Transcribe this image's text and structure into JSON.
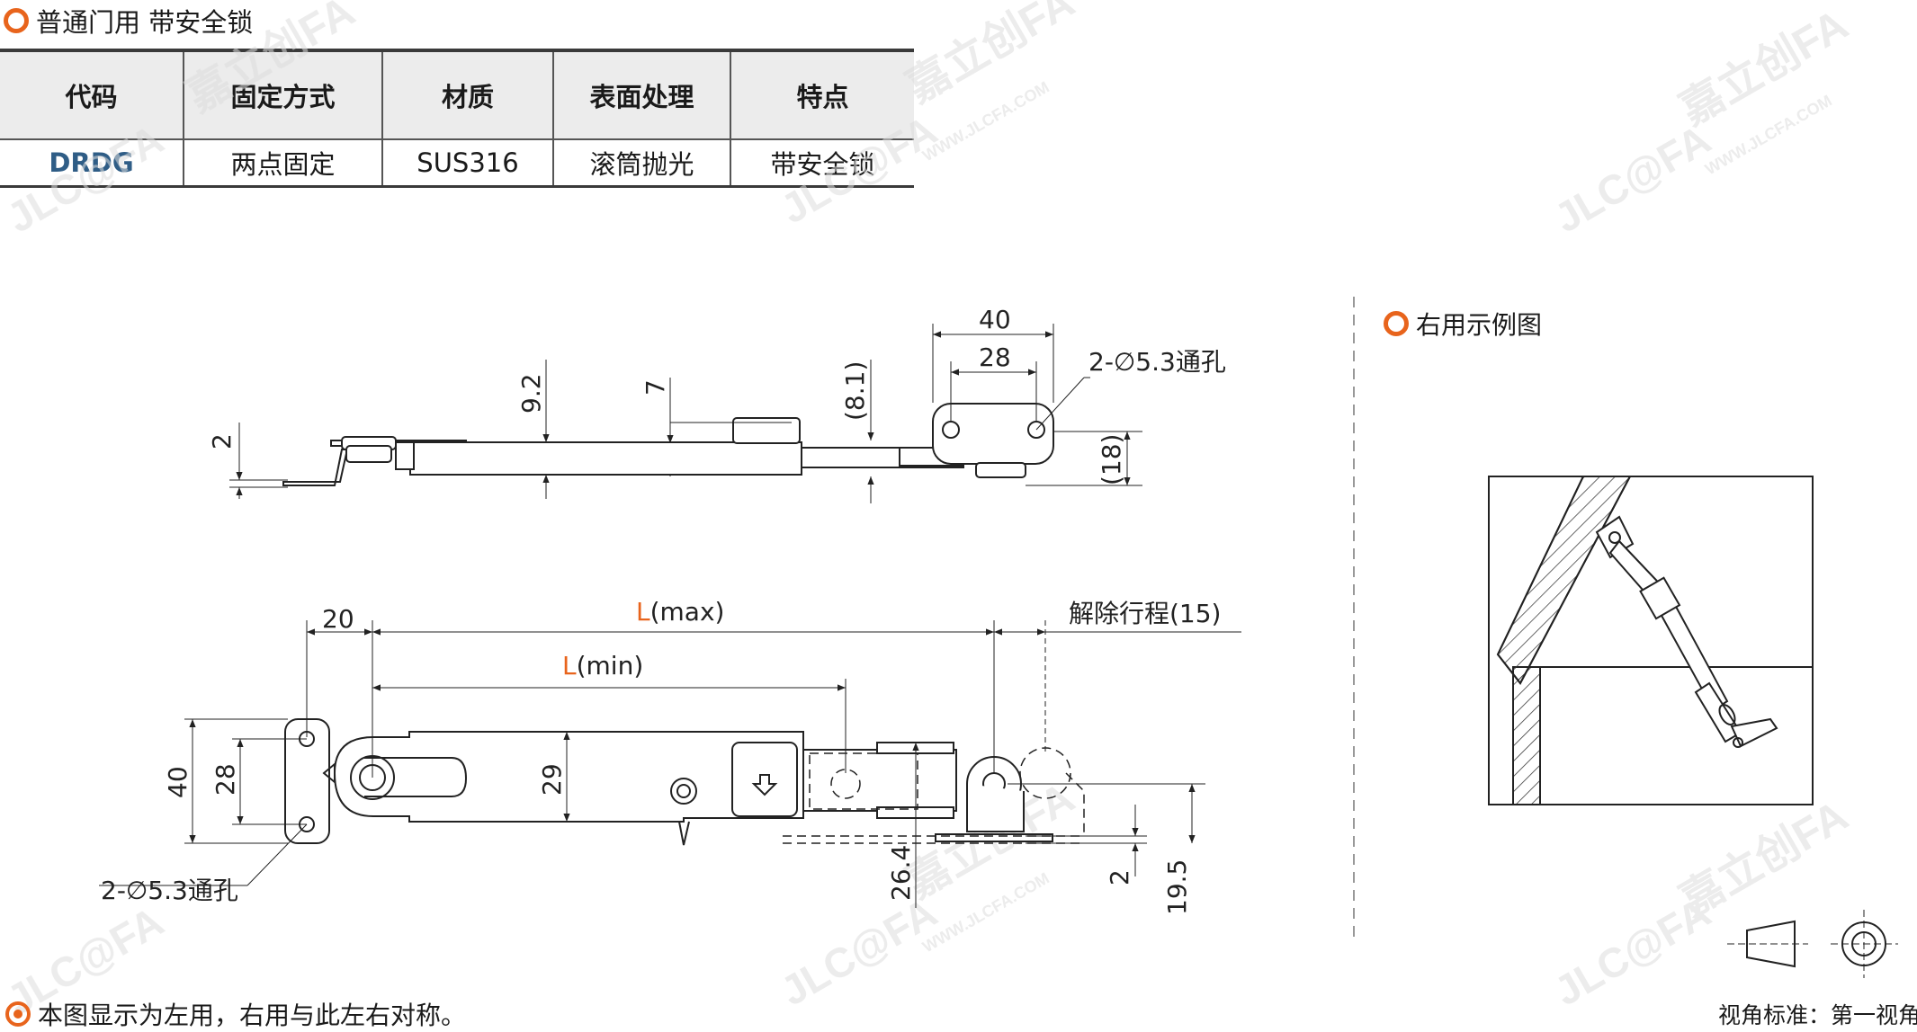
{
  "heading": "普通门用 带安全锁",
  "table": {
    "headers": [
      "代码",
      "固定方式",
      "材质",
      "表面处理",
      "特点"
    ],
    "row": [
      "DRDG",
      "两点固定",
      "SUS316",
      "滚筒抛光",
      "带安全锁"
    ]
  },
  "right_heading": "右用示例图",
  "footnote": "本图显示为左用，右用与此左右对称。",
  "view_standard": "视角标准：第一视角",
  "watermark": {
    "brand": "嘉立创FA",
    "url": "WWW.JLCFA.COM",
    "logo": "JLC@FA"
  },
  "top_view": {
    "dim_width_outer": "40",
    "dim_width_inner": "28",
    "hole_note": "2-∅5.3通孔",
    "dim_thickness": "2",
    "dim_9_2": "9.2",
    "dim_7": "7",
    "dim_8_1": "(8.1)",
    "dim_18": "(18)"
  },
  "front_view": {
    "dim_20": "20",
    "L_letter": "L",
    "L_max_suffix": "(max)",
    "L_min_suffix": "(min)",
    "release_stroke": "解除行程(15)",
    "dim_40": "40",
    "dim_28": "28",
    "dim_29": "29",
    "dim_26_4": "26.4",
    "dim_2": "2",
    "dim_19_5": "19.5",
    "hole_note": "2-∅5.3通孔"
  },
  "colors": {
    "accent": "#e8641c",
    "code_blue": "#2f5d86",
    "line": "#222222"
  },
  "icons": {
    "bullet": "ring-bullet-icon",
    "first_angle": "first-angle-projection-icon"
  }
}
